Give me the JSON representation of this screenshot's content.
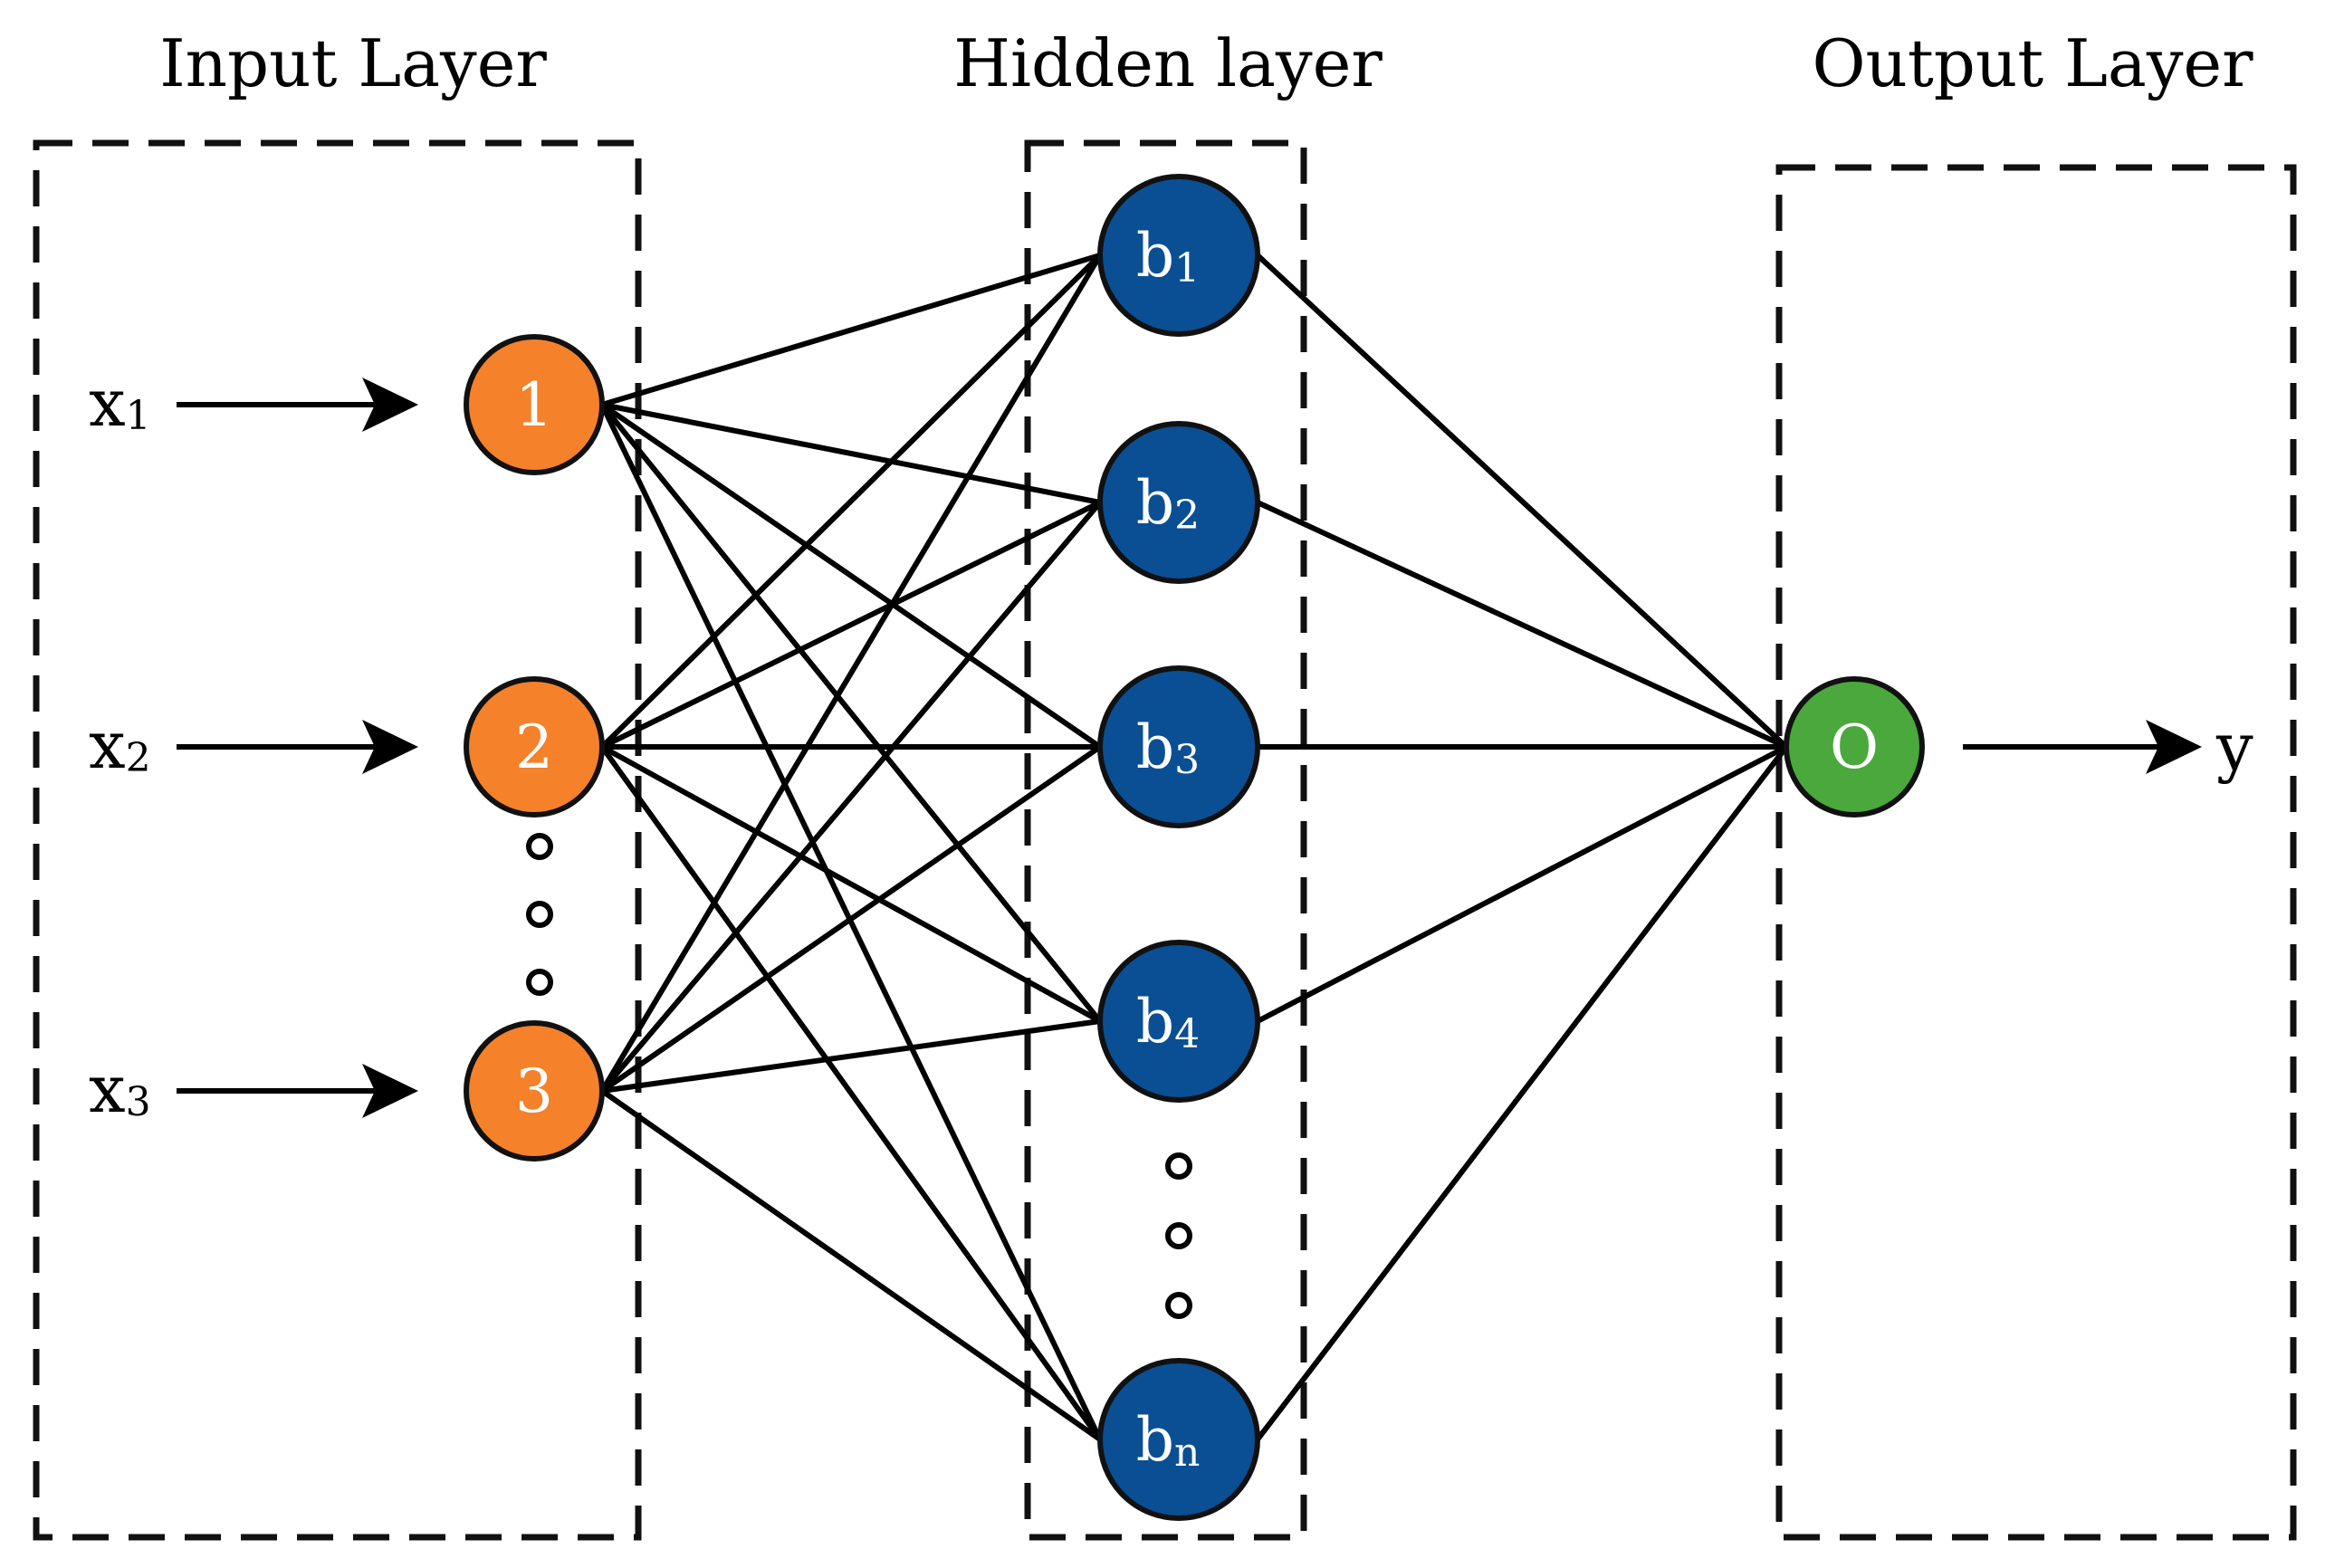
{
  "titles": {
    "input": "Input Layer",
    "hidden": "Hidden layer",
    "output": "Output Layer"
  },
  "inputs": [
    {
      "var": "x",
      "sub": "1",
      "node": "1"
    },
    {
      "var": "x",
      "sub": "2",
      "node": "2"
    },
    {
      "var": "x",
      "sub": "3",
      "node": "3"
    }
  ],
  "hidden": [
    {
      "var": "b",
      "sub": "1"
    },
    {
      "var": "b",
      "sub": "2"
    },
    {
      "var": "b",
      "sub": "3"
    },
    {
      "var": "b",
      "sub": "4"
    },
    {
      "var": "b",
      "sub": "n"
    }
  ],
  "output": {
    "node": "O",
    "label": "y"
  },
  "colors": {
    "input_node": "#f5812a",
    "hidden_node": "#0a4f94",
    "output_node": "#4aa83d",
    "edge": "#000000"
  }
}
